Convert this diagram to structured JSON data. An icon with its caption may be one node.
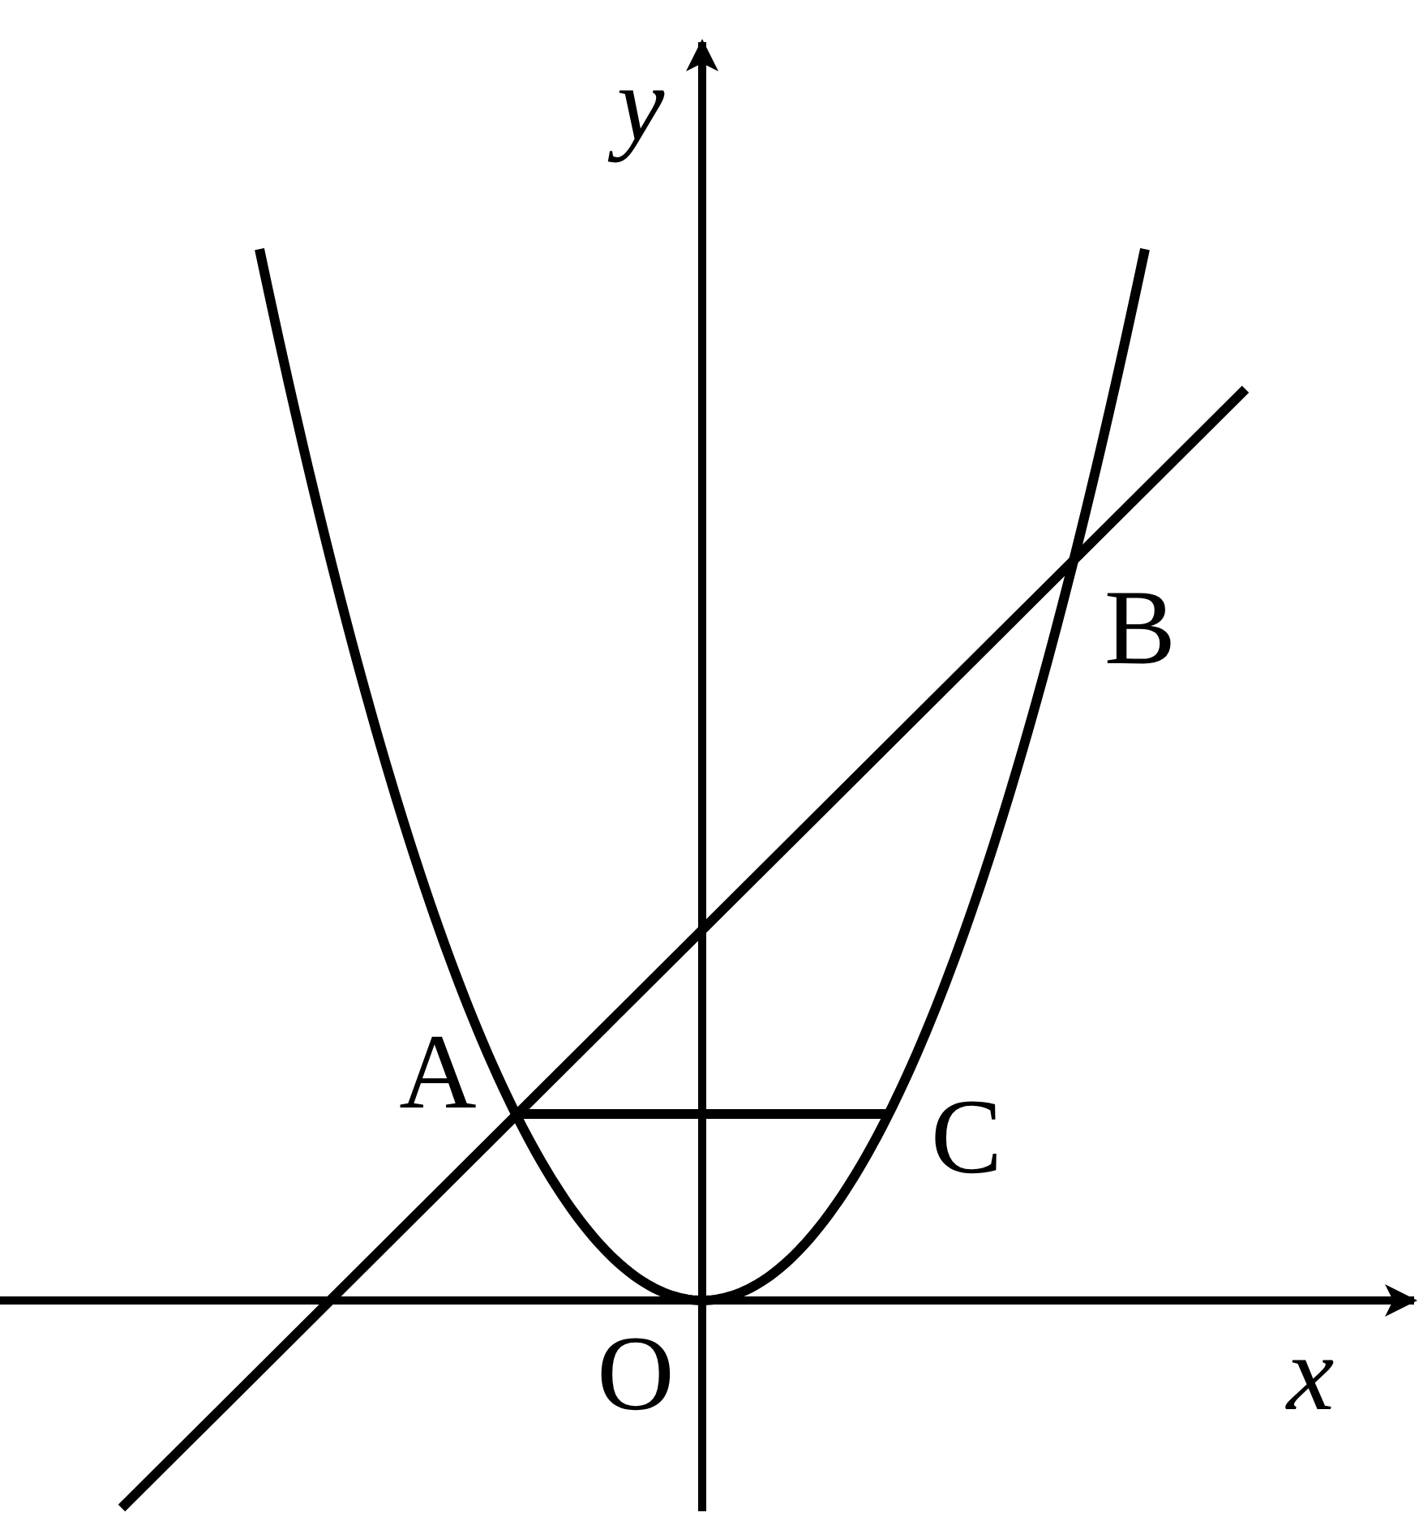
{
  "diagram": {
    "labels": [
      "y",
      "B",
      "A",
      "C",
      "O",
      "x"
    ]
  }
}
